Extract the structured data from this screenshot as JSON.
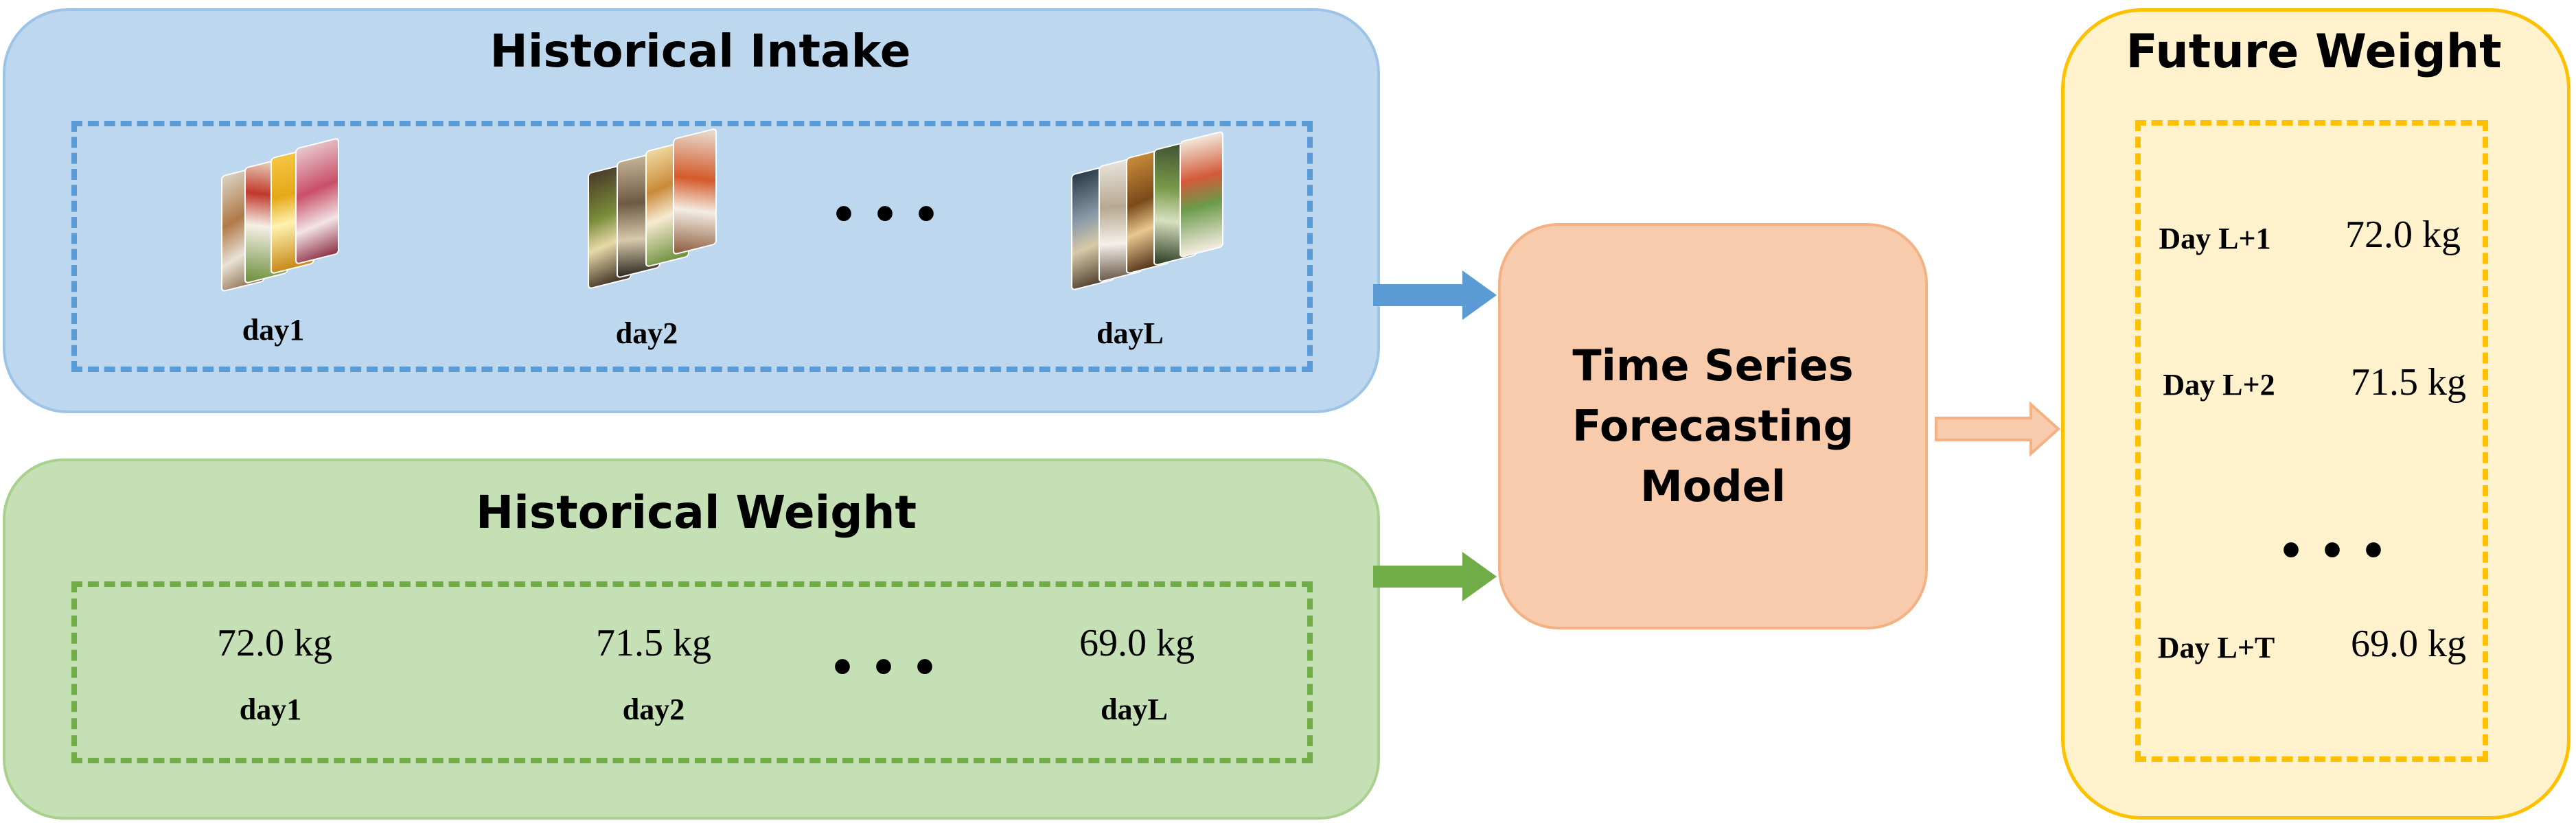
{
  "intake": {
    "title": "Historical Intake",
    "days": [
      "day1",
      "day2",
      "dayL"
    ],
    "ellipsis": "• • •"
  },
  "weight": {
    "title": "Historical Weight",
    "values": [
      "72.0 kg",
      "71.5 kg",
      "69.0 kg"
    ],
    "days": [
      "day1",
      "day2",
      "dayL"
    ],
    "ellipsis": "• • •"
  },
  "model": {
    "lines": [
      "Time Series",
      "Forecasting",
      "Model"
    ]
  },
  "future": {
    "title": "Future Weight",
    "rows": [
      {
        "day": "Day L+1",
        "value": "72.0 kg"
      },
      {
        "day": "Day L+2",
        "value": "71.5 kg"
      },
      {
        "day": "Day L+T",
        "value": "69.0 kg"
      }
    ],
    "ellipsis": "• • •"
  },
  "colors": {
    "intake_bg": "#bdd7ee",
    "intake_border": "#5b9bd5",
    "weight_bg": "#c5e0b4",
    "weight_border": "#70ad47",
    "model_bg": "#f8cbad",
    "model_border": "#f4b183",
    "future_bg": "#fff2cc",
    "future_border": "#ffc000"
  }
}
